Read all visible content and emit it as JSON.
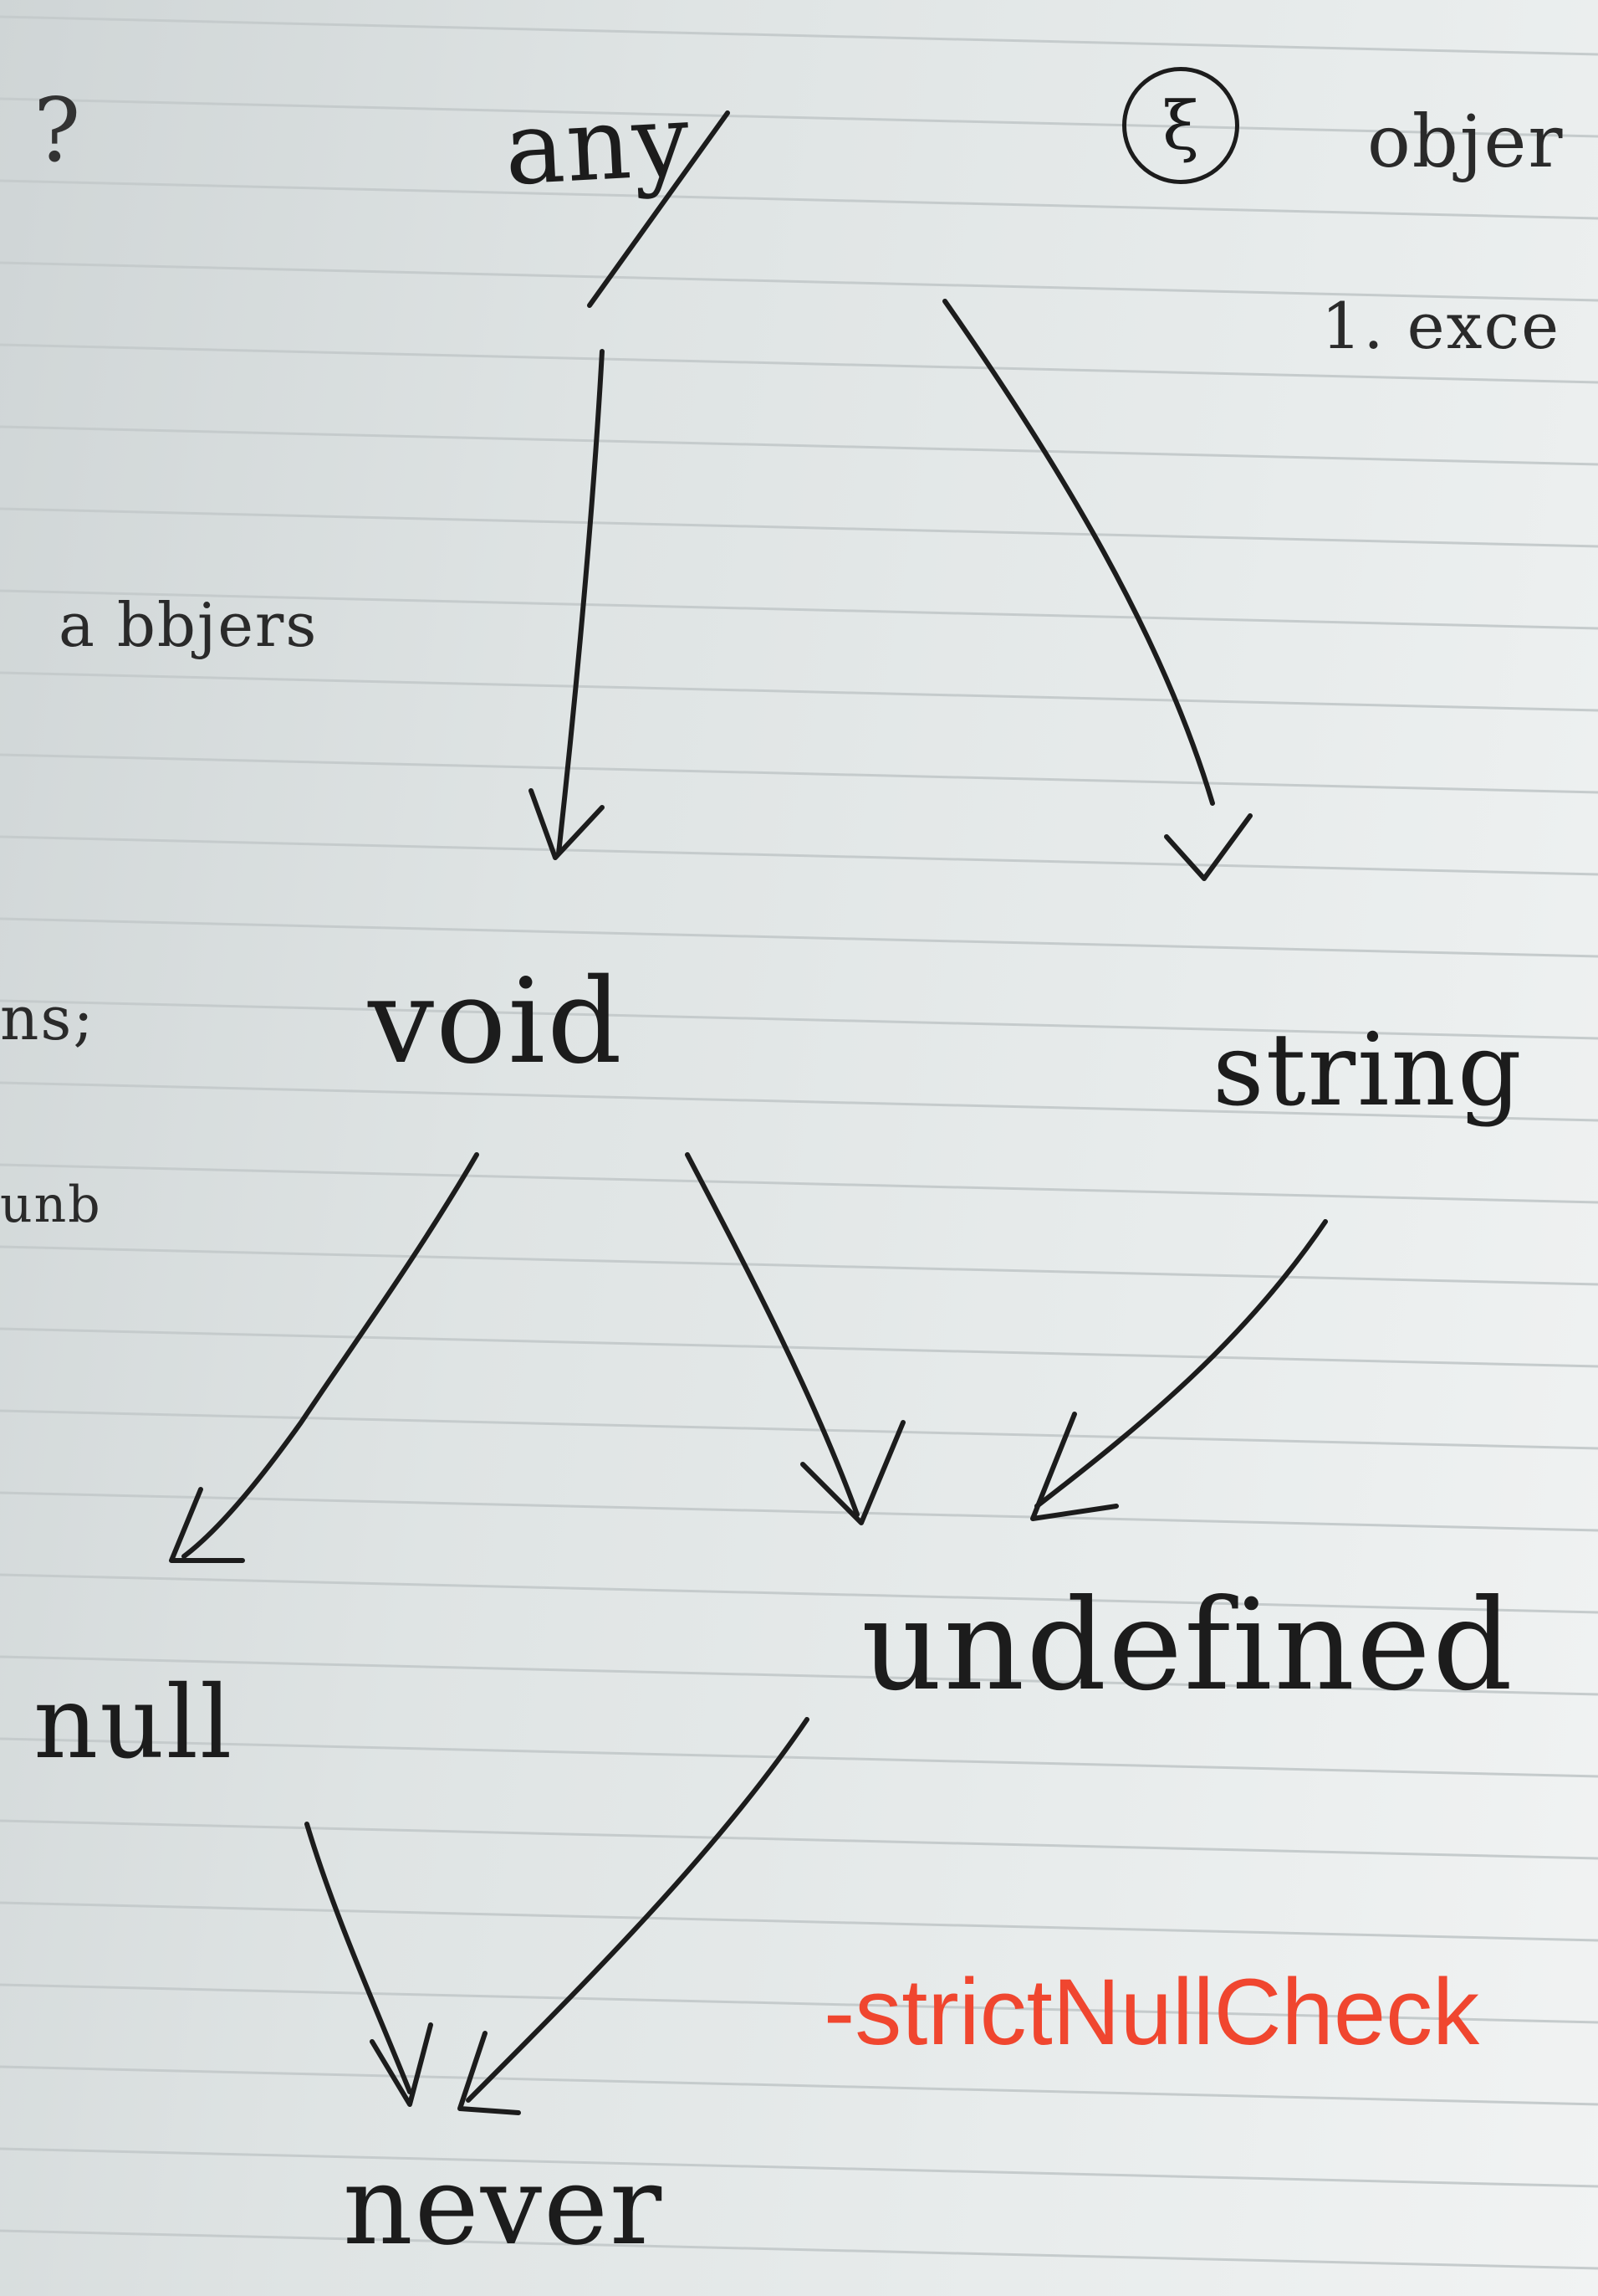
{
  "diagram": {
    "nodes": {
      "any": "any",
      "void": "void",
      "string": "string",
      "null": "null",
      "undefined": "undefined",
      "never": "never"
    },
    "edges": [
      {
        "from": "any",
        "to": "void"
      },
      {
        "from": "any",
        "to": "string"
      },
      {
        "from": "void",
        "to": "null"
      },
      {
        "from": "void",
        "to": "undefined"
      },
      {
        "from": "string",
        "to": "undefined"
      },
      {
        "from": "null",
        "to": "never"
      },
      {
        "from": "undefined",
        "to": "never"
      }
    ]
  },
  "margin_notes": {
    "question_mark": "?",
    "a_objects": "a bbjers",
    "circled_symbol": "ξ",
    "object": "objer",
    "exce": "1. exce",
    "left_edge_1": "ns;",
    "left_edge_2": "unb"
  },
  "overlay_caption": "-strictNullCheck",
  "colors": {
    "ink": "#1c1c1c",
    "paper": "#e4e8e8",
    "rule_line": "#c5cbcc",
    "caption": "#f0462f"
  }
}
